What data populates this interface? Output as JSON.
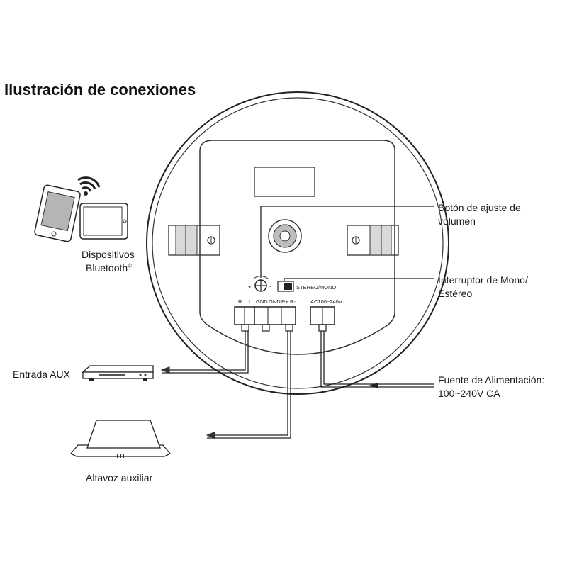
{
  "title": "Ilustración de conexiones",
  "labels": {
    "bluetooth_line1": "Dispositivos",
    "bluetooth_line2": "Bluetooth",
    "bluetooth_mark": "©",
    "aux_input": "Entrada AUX",
    "aux_speaker": "Altavoz auxiliar",
    "volume_knob_line1": "Botón de ajuste de",
    "volume_knob_line2": "volumen",
    "mode_switch_line1": "Interruptor de Mono/",
    "mode_switch_line2": "Estéreo",
    "power_line1": "Fuente de Alimentación:",
    "power_line2": "100~240V CA"
  },
  "panel_text": {
    "switch_label": "STEREO/MONO",
    "terminal_r": "R",
    "terminal_l": "L",
    "terminal_gnd1": "GND",
    "terminal_gnd2": "GND",
    "terminal_rplus": "R+",
    "terminal_rminus": "R-",
    "terminal_ac": "AC100~240V",
    "volume_plus": "+",
    "volume_minus": "-"
  }
}
